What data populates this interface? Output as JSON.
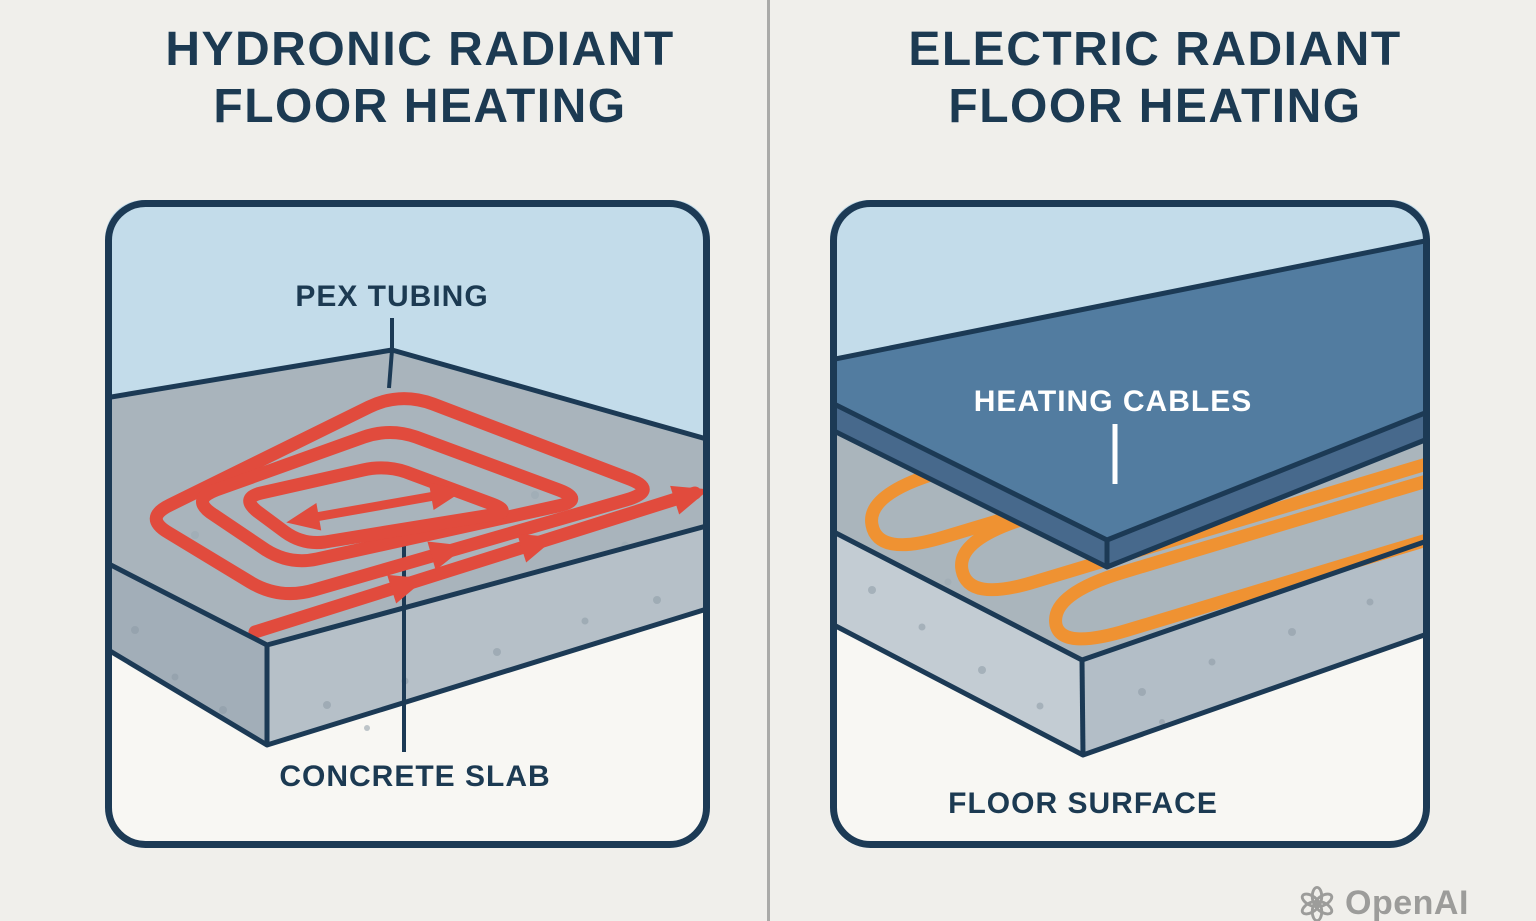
{
  "titles": {
    "left_line1": "HYDRONIC RADIANT",
    "left_line2": "FLOOR HEATING",
    "right_line1": "ELECTRIC RADIANT",
    "right_line2": "FLOOR HEATING"
  },
  "left_panel": {
    "label_tubing": "PEX TUBING",
    "label_slab": "CONCRETE SLAB"
  },
  "right_panel": {
    "label_cables": "HEATING CABLES",
    "label_surface": "FLOOR SURFACE"
  },
  "watermark": {
    "text": "OpenAI"
  },
  "colors": {
    "background": "#f0efeb",
    "panel_white": "#f8f7f3",
    "sky_blue": "#c3dcea",
    "navy_outline": "#1c3a55",
    "title_navy": "#1c3a52",
    "slab_gray_top": "#a9b4bc",
    "slab_gray_left_face": "#a2aeb8",
    "slab_gray_right_face": "#b6c0c8",
    "pex_red": "#e14b3d",
    "cable_orange": "#ef9232",
    "floor_blue_top": "#527ca0",
    "floor_blue_side": "#47698c",
    "divider_gray": "#aaaaa8",
    "watermark_gray": "#9c9c9a"
  }
}
